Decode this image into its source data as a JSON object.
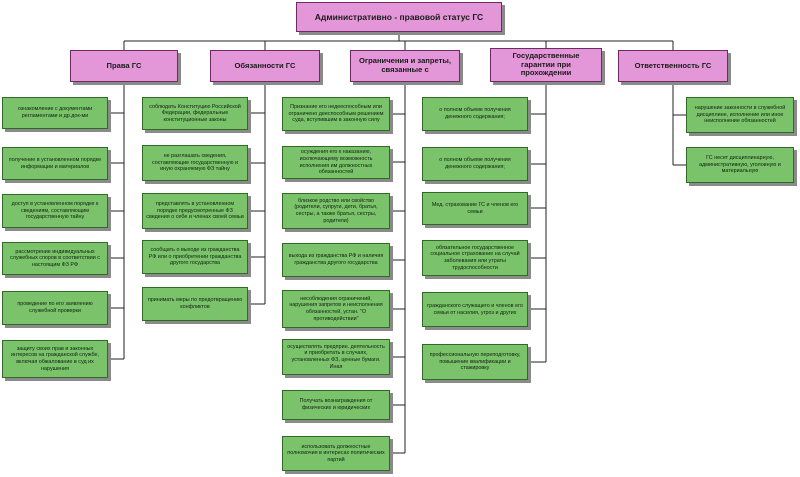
{
  "title": "Административно - правовой статус ГС",
  "categories": [
    {
      "label": "Права ГС",
      "items": [
        "ознакомление с документами регламентами и др.док-ми",
        "получение в установленном порядке информации и материалов",
        "доступ в установленном порядке к сведениям, составляющим государственную тайну",
        "рассмотрение индивидуальных служебных споров в соответствии с настоящим ФЗ РФ",
        "проведение по его заявлению служебной проверки",
        "защиту своих прав и законных интересов на гражданской службе, включая обжалование в суд их нарушения"
      ]
    },
    {
      "label": "Обязанности ГС",
      "items": [
        "соблюдать Конституцию Российской Федерации, федеральные конституционные законы",
        "не разглашать сведения, составляющие государственную и иную охраняемую ФЗ тайну",
        "представлять в установленном порядке предусмотренные ФЗ сведения о себе и членах своей семьи",
        "сообщать о выходе из гражданства РФ или о приобретении гражданства другого государства",
        "принимать меры по предотвращению конфликтов"
      ]
    },
    {
      "label": "Ограничения и запреты, связанные с",
      "items": [
        "Признание его недееспособным или ограничено дееспособным решением суда, вступившим в законную силу",
        "осуждения его к наказанию, исключающему возможность исполнения им должностных обязанностей",
        "близкое родство или свойство (родители, супруги, дети, братья, сестры, а также братья, сестры, родители)",
        "выхода из гражданства РФ и наличия гражданства другого государства",
        "несоблюдения ограничений, нарушения запретов и неисполнения обязанностей, устан. \"О противодействии\"",
        "осуществлять предприн. деятельность и приобретать в случаях, установленных ФЗ, ценные бумаги. Иная",
        "Получать вознаграждения от физических и юридических",
        "использовать должностные полномочия в интересах политических партий"
      ]
    },
    {
      "label": "Государственные гарантии при прохождении",
      "items": [
        "о полном объеме получения денежного содержания;",
        "о полном объеме получения денежного содержания;",
        "Мед. страхование ГС и членов его семьи",
        "обязательное государственное социальное страхование на случай заболевания или утраты трудоспособности",
        "гражданского служащего и членов его семьи от насилия, угроз и других",
        "профессиональную переподготовку, повышение квалификации и стажировку"
      ]
    },
    {
      "label": "Ответственность ГС",
      "items": [
        "нарушение законности в служебной дисциплине, исполнение или иное неисполнение обязанностей",
        "ГС несет дисциплинарную, административную, уголовную и материальную"
      ]
    }
  ]
}
